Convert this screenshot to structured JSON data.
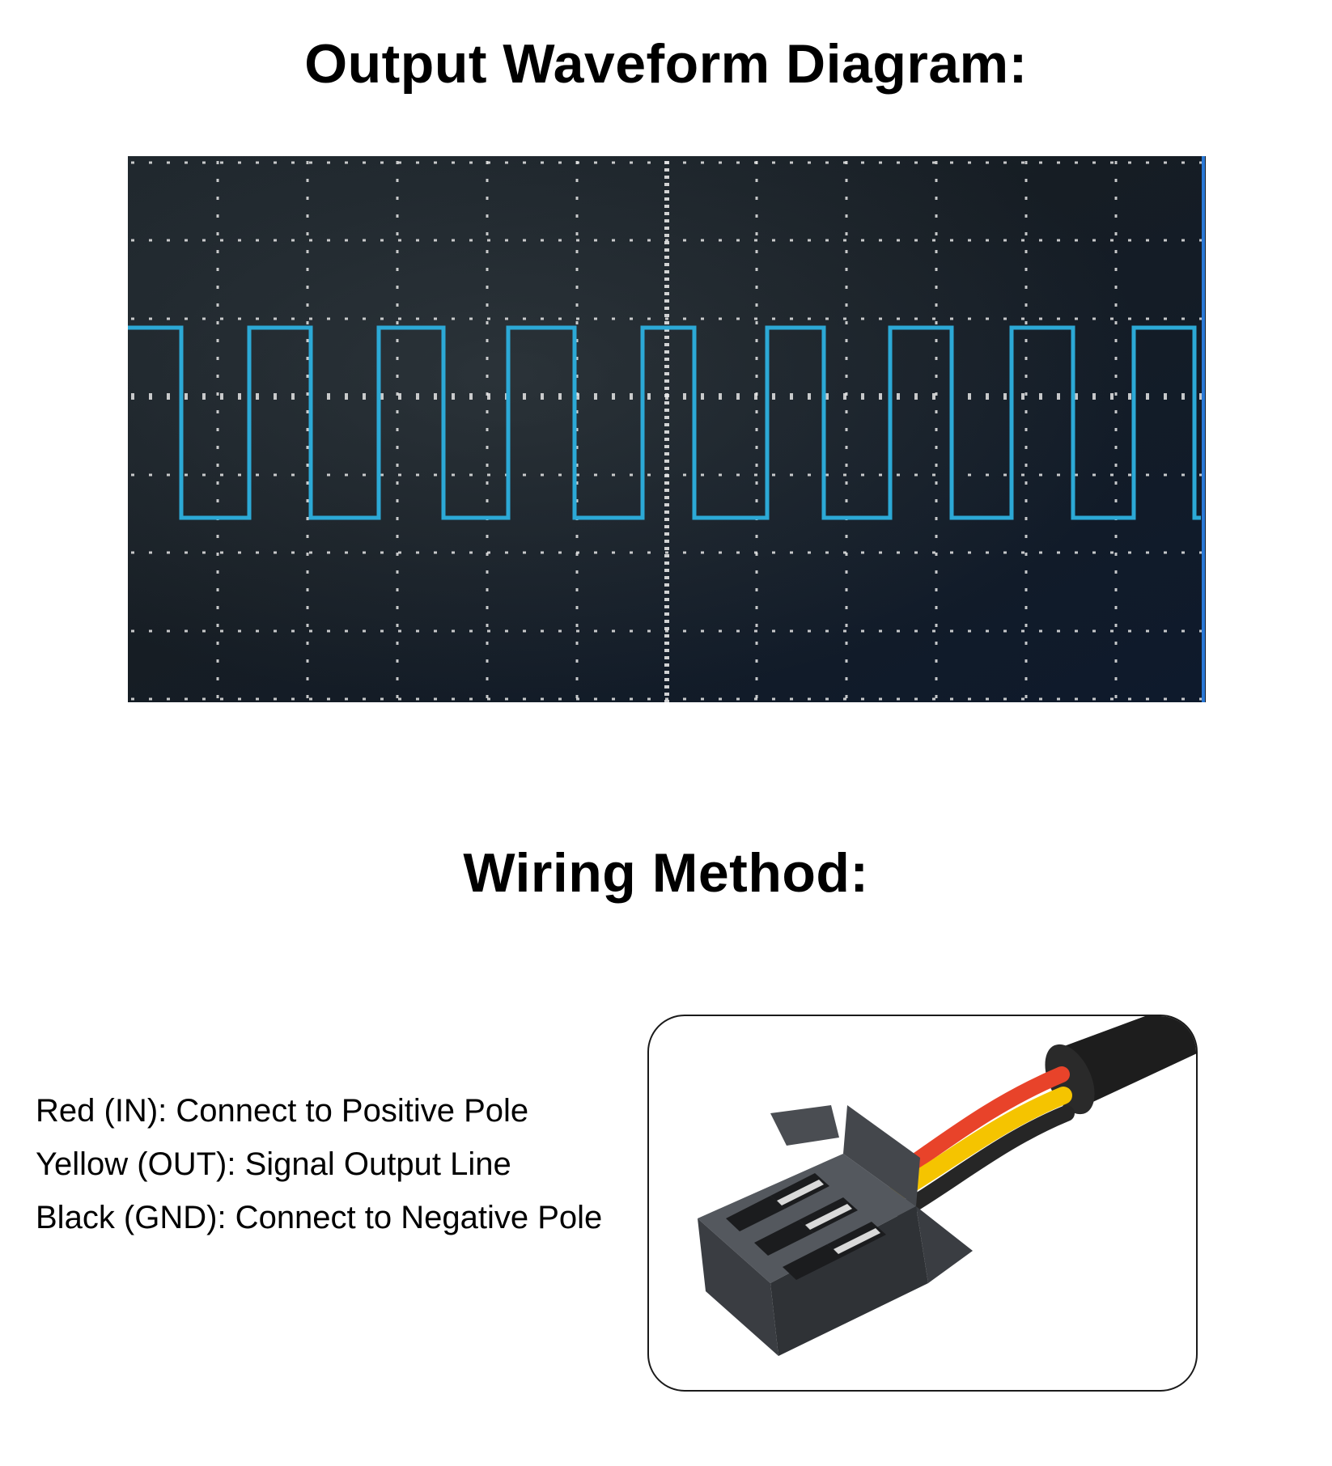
{
  "waveform_section": {
    "title": "Output Waveform Diagram:"
  },
  "wiring_section": {
    "title": "Wiring Method:",
    "wires": [
      {
        "label": "Red (IN): Connect to Positive Pole",
        "color": "#e8432a"
      },
      {
        "label": "Yellow (OUT): Signal Output Line",
        "color": "#f5c400"
      },
      {
        "label": "Black (GND): Connect to Negative Pole",
        "color": "#1c1c1c"
      }
    ]
  },
  "colors": {
    "scope_background": "#141d24",
    "trace": "#2ca9d6",
    "grid_dots": "#e6e6e6",
    "connector_body": "#3a3d42"
  },
  "icons": {
    "oscilloscope": "oscilloscope-screen-image",
    "connector": "three-pin-connector-image"
  }
}
